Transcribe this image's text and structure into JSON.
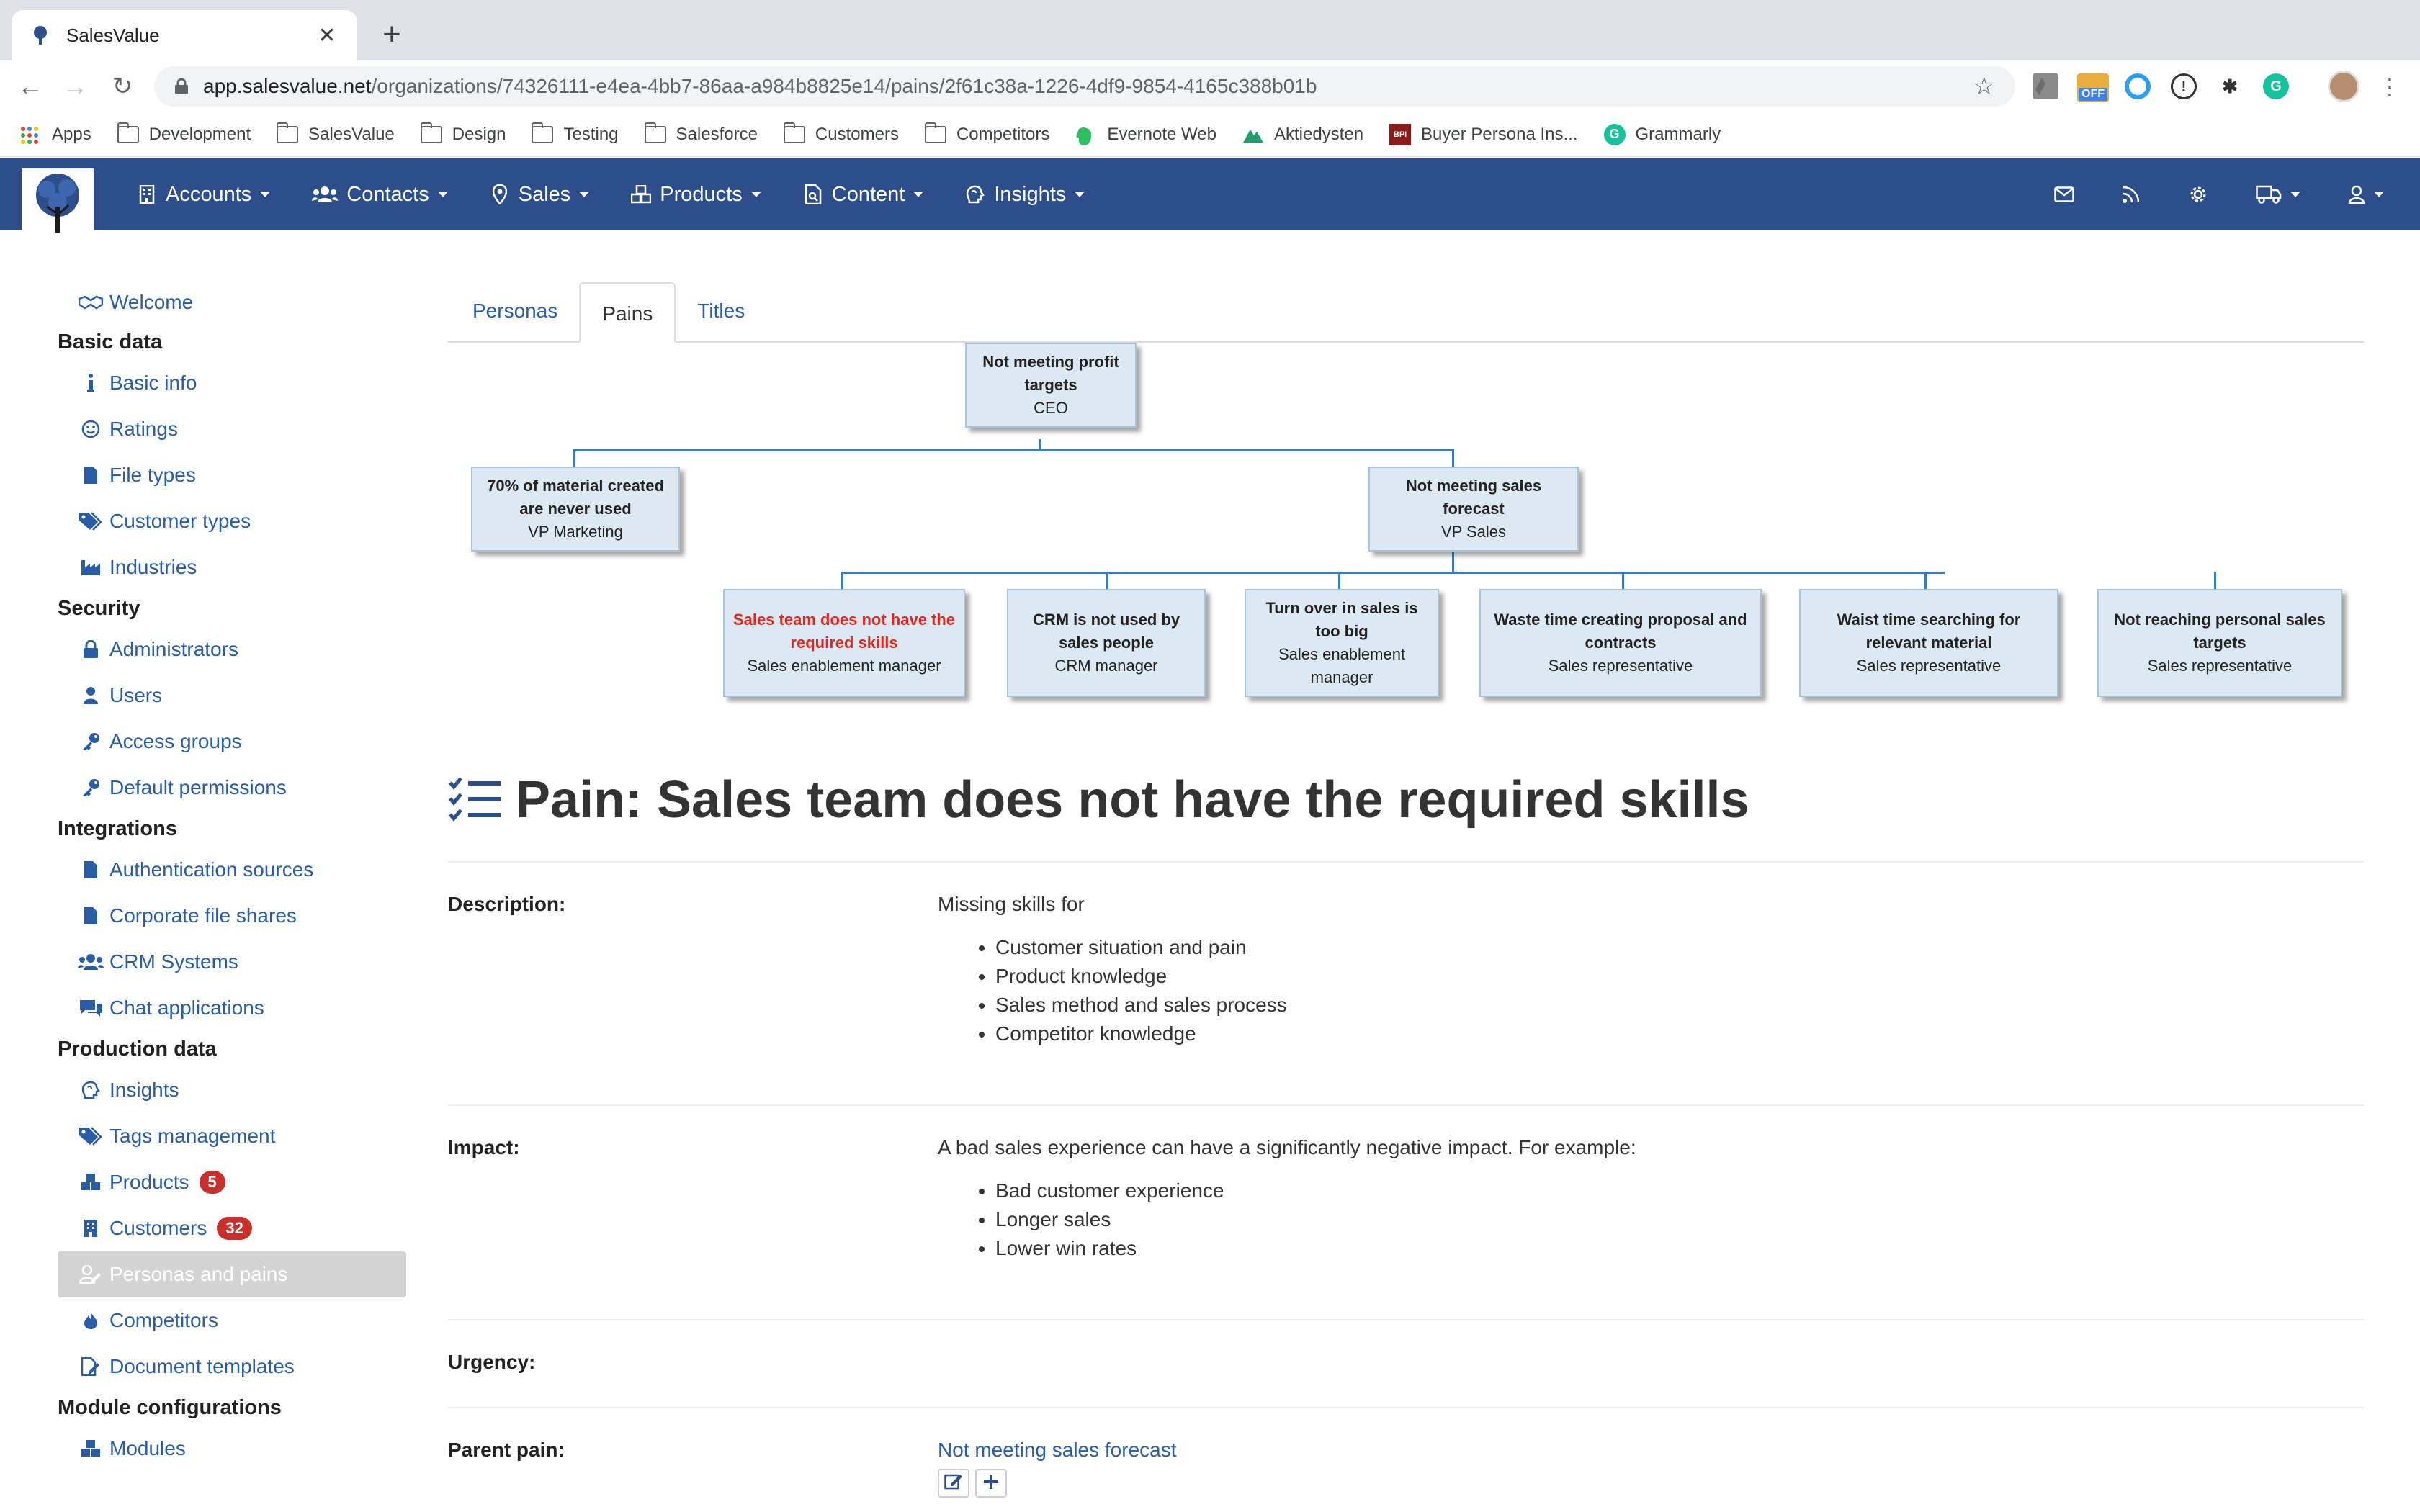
{
  "browser": {
    "tab_title": "SalesValue",
    "url_host": "app.salesvalue.net",
    "url_path": "/organizations/74326111-e4ea-4bb7-86aa-a984b8825e14/pains/2f61c38a-1226-4df9-9854-4165c388b01b",
    "bookmarks": [
      "Apps",
      "Development",
      "SalesValue",
      "Design",
      "Testing",
      "Salesforce",
      "Customers",
      "Competitors",
      "Evernote Web",
      "Aktiedysten",
      "Buyer Persona Ins...",
      "Grammarly"
    ],
    "ext_off_label": "OFF",
    "bpi_label": "BPI"
  },
  "nav": {
    "menu": [
      "Accounts",
      "Contacts",
      "Sales",
      "Products",
      "Content",
      "Insights"
    ]
  },
  "sidebar": {
    "welcome": "Welcome",
    "sections": [
      {
        "heading": "Basic data",
        "items": [
          "Basic info",
          "Ratings",
          "File types",
          "Customer types",
          "Industries"
        ]
      },
      {
        "heading": "Security",
        "items": [
          "Administrators",
          "Users",
          "Access groups",
          "Default permissions"
        ]
      },
      {
        "heading": "Integrations",
        "items": [
          "Authentication sources",
          "Corporate file shares",
          "CRM Systems",
          "Chat applications"
        ]
      },
      {
        "heading": "Production data",
        "items": [
          "Insights",
          "Tags management",
          "Products",
          "Customers",
          "Personas and pains",
          "Competitors",
          "Document templates"
        ]
      },
      {
        "heading": "Module configurations",
        "items": [
          "Modules"
        ]
      }
    ],
    "products_badge": "5",
    "customers_badge": "32"
  },
  "tabs": [
    "Personas",
    "Pains",
    "Titles"
  ],
  "orgchart": {
    "root": {
      "title": "Not meeting profit targets",
      "role": "CEO"
    },
    "level1": [
      {
        "title": "70% of material created are never used",
        "role": "VP Marketing"
      },
      {
        "title": "Not meeting sales forecast",
        "role": "VP Sales"
      }
    ],
    "level2": [
      {
        "title": "Sales team does not have the required skills",
        "role": "Sales enablement manager"
      },
      {
        "title": "CRM is not used by sales people",
        "role": "CRM manager"
      },
      {
        "title": "Turn over in sales is too big",
        "role": "Sales enablement manager"
      },
      {
        "title": "Waste time creating proposal and contracts",
        "role": "Sales representative"
      },
      {
        "title": "Waist time searching for relevant material",
        "role": "Sales representative"
      },
      {
        "title": "Not reaching personal sales targets",
        "role": "Sales representative"
      }
    ]
  },
  "pain": {
    "heading": "Pain: Sales team does not have the required skills",
    "description_label": "Description:",
    "description_intro": "Missing skills for",
    "description_items": [
      "Customer situation and pain",
      "Product knowledge",
      "Sales method and sales process",
      "Competitor knowledge"
    ],
    "impact_label": "Impact:",
    "impact_intro": "A bad sales experience can have a significantly negative impact. For example:",
    "impact_items": [
      "Bad customer experience",
      "Longer sales",
      "Lower win rates"
    ],
    "urgency_label": "Urgency:",
    "parent_label": "Parent pain:",
    "parent_value": "Not meeting sales forecast"
  }
}
